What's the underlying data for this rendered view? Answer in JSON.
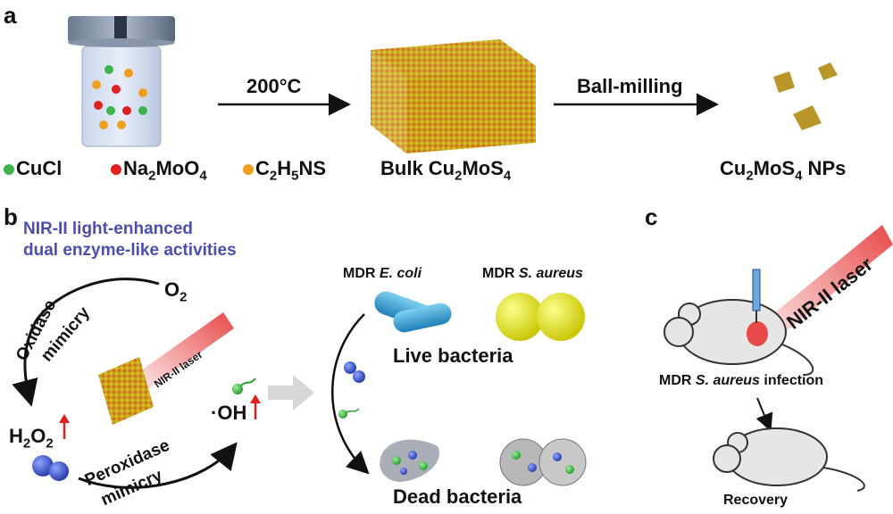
{
  "panel_labels": {
    "a": "a",
    "b": "b",
    "c": "c"
  },
  "panel_a": {
    "reagents": [
      {
        "label": "CuCl",
        "color": "#3cb44b"
      },
      {
        "label_main": "Na",
        "sub1": "2",
        "mid": "MoO",
        "sub2": "4",
        "color": "#e02020"
      },
      {
        "label_main": "C",
        "sub1": "2",
        "mid": "H",
        "sub2": "5",
        "tail": "NS",
        "color": "#f0a020"
      }
    ],
    "step1_label": "200°C",
    "step2_label": "Ball-milling",
    "bulk_label_main": "Bulk Cu",
    "bulk_sub1": "2",
    "bulk_mid": "MoS",
    "bulk_sub2": "4",
    "nps_main": "Cu",
    "nps_sub1": "2",
    "nps_mid": "MoS",
    "nps_sub2": "4",
    "nps_tail": " NPs"
  },
  "panel_b": {
    "title_line1": "NIR-II light-enhanced",
    "title_line2": "dual enzyme-like activities",
    "oxidase_line1": "Oxidase",
    "oxidase_line2": "mimicry",
    "o2_main": "O",
    "o2_sub": "2",
    "laser_label": "NIR-II laser",
    "h2o2_a": "H",
    "h2o2_s1": "2",
    "h2o2_b": "O",
    "h2o2_s2": "2",
    "oh_label": "·OH",
    "peroxidase_line1": "Peroxidase",
    "peroxidase_line2": "mimicry",
    "ecoli_prefix": "MDR ",
    "ecoli_name": "E. coli",
    "saureus_prefix": "MDR ",
    "saureus_name": "S. aureus",
    "live_label": "Live bacteria",
    "dead_label": "Dead bacteria",
    "colors": {
      "title_blue": "#4a4fae",
      "arrow_red": "#e02020",
      "laser_red": "#e84a4a"
    }
  },
  "panel_c": {
    "laser_label": "NIR-II laser",
    "infection_prefix": "MDR ",
    "infection_name": "S. aureus",
    "infection_suffix": " infection",
    "recovery_label": "Recovery"
  }
}
